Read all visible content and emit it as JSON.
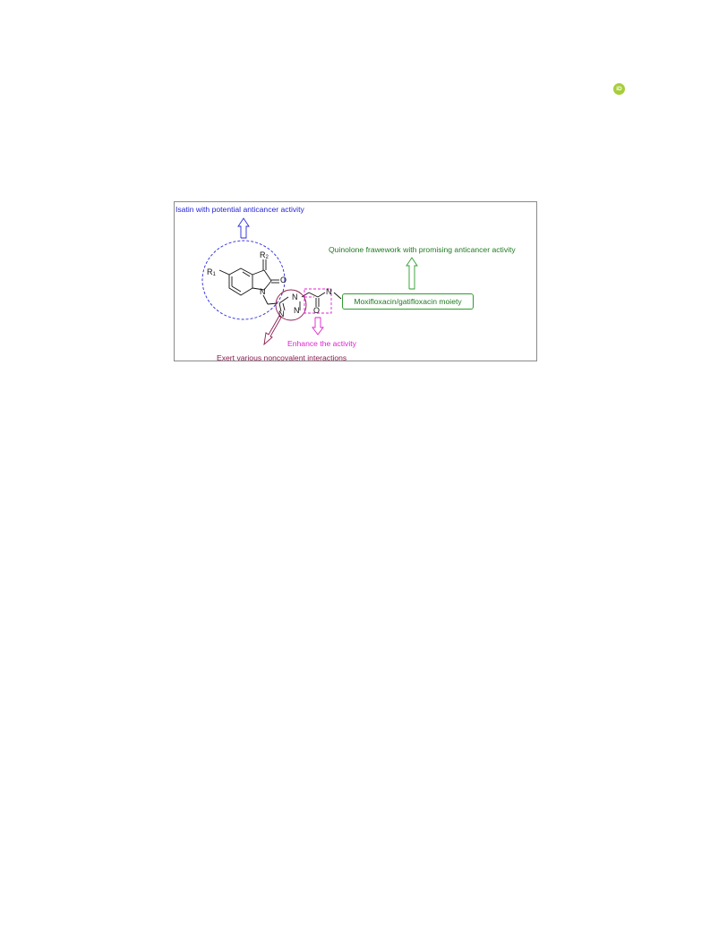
{
  "badge": {
    "icon": "orcid-icon",
    "text": "iD",
    "color": "#a6ce39"
  },
  "figure": {
    "labels": {
      "isatin": "Isatin with potential anticancer activity",
      "quinolone": "Quinolone frawework with promising anticancer activity",
      "moiety": "Moxifloxacin/gatifloxacin moiety",
      "enhance": "Enhance the activity",
      "exert": "Exert various noncovalent interactions"
    },
    "atoms": {
      "r1": "R",
      "r1_sub": "1",
      "r2": "R",
      "r2_sub": "2",
      "o_isatin": "O",
      "n_isatin": "N",
      "n_triazole_1": "N",
      "n_triazole_2": "N",
      "n_triazole_3": "N",
      "n_amide": "N",
      "o_amide": "O"
    },
    "colors": {
      "isatin": "#1f1fd6",
      "quinolone": "#1f7a1f",
      "enhance": "#e020d0",
      "exert": "#8a1a4e",
      "frame": "#8a8a8a"
    }
  }
}
